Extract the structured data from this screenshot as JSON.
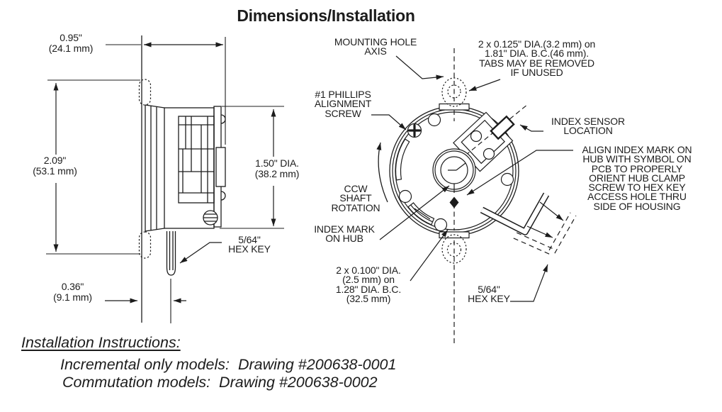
{
  "title": "Dimensions/Installation",
  "side_view": {
    "dim_width": "0.95\"\n(24.1 mm)",
    "dim_height": "2.09\"\n(53.1 mm)",
    "dim_cover_dia": "1.50\" DIA.\n(38.2 mm)",
    "dim_shaft": "0.36\"\n(9.1 mm)",
    "hex_key": "5/64\"\nHEX KEY"
  },
  "face_view": {
    "mounting_hole_axis": "MOUNTING HOLE\nAXIS",
    "alignment_screw": "#1 PHILLIPS\nALIGNMENT\nSCREW",
    "tabs_note": "2 x 0.125\" DIA.(3.2 mm) on\n1.81\" DIA. B.C.(46 mm).\nTABS MAY BE REMOVED\nIF UNUSED",
    "index_sensor": "INDEX SENSOR\nLOCATION",
    "align_note": "ALIGN INDEX MARK ON\nHUB WITH SYMBOL ON\nPCB TO PROPERLY\nORIENT HUB CLAMP\nSCREW TO HEX KEY\nACCESS HOLE THRU\nSIDE OF HOUSING",
    "ccw_rotation": "CCW\nSHAFT\nROTATION",
    "index_mark": "INDEX MARK\nON HUB",
    "holes_note": "2 x 0.100\" DIA.\n(2.5 mm) on\n1.28\" DIA. B.C.\n(32.5 mm)",
    "hex_key": "5/64\"\nHEX KEY"
  },
  "instructions": {
    "heading": "Installation Instructions:",
    "lines": [
      "Incremental only models:  Drawing #200638-0001",
      "Commutation models:  Drawing #200638-0002"
    ]
  },
  "colors": {
    "ink": "#1c1c1c",
    "background": "#ffffff"
  }
}
